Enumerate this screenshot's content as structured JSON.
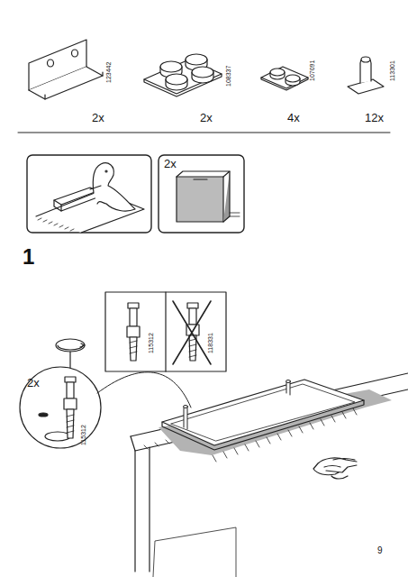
{
  "diagram": {
    "labels": [
      "123442",
      "2x",
      "108337",
      "2x",
      "107091",
      "4x",
      "113301",
      "12x",
      "2x",
      "1",
      "115312",
      "118331",
      "2x",
      "115312",
      "9"
    ]
  }
}
